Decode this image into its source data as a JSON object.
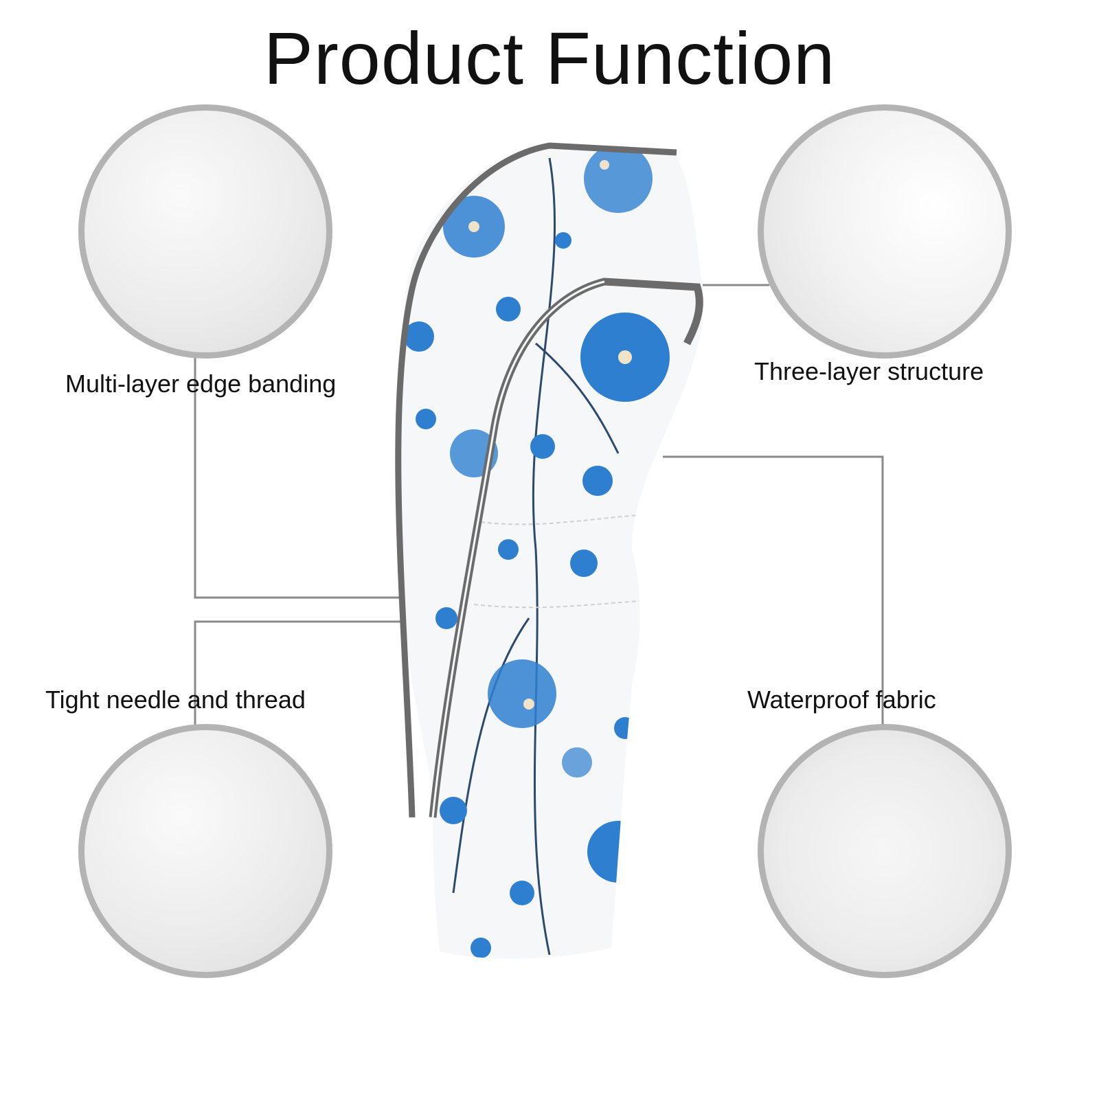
{
  "title": "Product Function",
  "features": [
    {
      "label": "Multi-layer edge banding",
      "icon": "edge-banding-closeup"
    },
    {
      "label": "Three-layer structure",
      "icon": "layer-structure-closeup"
    },
    {
      "label": "Tight needle and thread",
      "icon": "stitching-closeup"
    },
    {
      "label": "Waterproof fabric",
      "icon": "water-droplets-closeup"
    }
  ],
  "colors": {
    "flower": "#2f7fd0",
    "trim": "#6b6b6b",
    "ring": "#b3b3b3"
  }
}
